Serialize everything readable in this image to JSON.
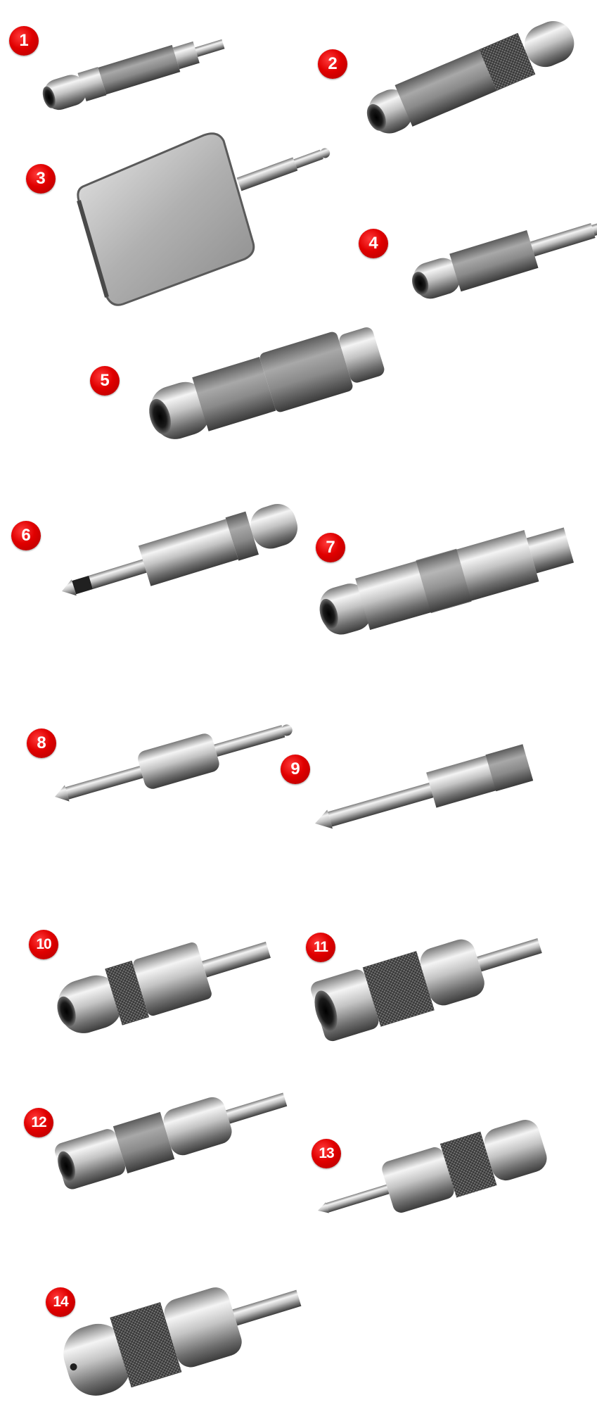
{
  "colors": {
    "badge_red": "#e00000",
    "badge_text": "#ffffff",
    "metal_light": "#f2f2f2",
    "metal_mid": "#b9b9b9",
    "metal_dark": "#555555",
    "sleeve": "#8c8c8c"
  },
  "items": [
    {
      "label": "1",
      "icon": "rca-female-jack-icon"
    },
    {
      "label": "2",
      "icon": "rca-female-adapter-icon"
    },
    {
      "label": "3",
      "icon": "dual-jack-splitter-box-icon"
    },
    {
      "label": "4",
      "icon": "rca-to-phone-plug-adapter-icon"
    },
    {
      "label": "5",
      "icon": "rca-female-coupler-icon"
    },
    {
      "label": "6",
      "icon": "stereo-phone-plug-icon"
    },
    {
      "label": "7",
      "icon": "phone-jack-female-coupler-icon"
    },
    {
      "label": "8",
      "icon": "mono-phone-plug-coupler-icon"
    },
    {
      "label": "9",
      "icon": "mono-phone-plug-adapter-icon"
    },
    {
      "label": "10",
      "icon": "mini-plug-to-jack-adapter-icon"
    },
    {
      "label": "11",
      "icon": "phone-jack-to-mini-plug-icon"
    },
    {
      "label": "12",
      "icon": "jack-to-mini-plug-adapter-icon"
    },
    {
      "label": "13",
      "icon": "stereo-mini-plug-adapter-icon"
    },
    {
      "label": "14",
      "icon": "mini-plug-knurled-adapter-icon"
    }
  ]
}
